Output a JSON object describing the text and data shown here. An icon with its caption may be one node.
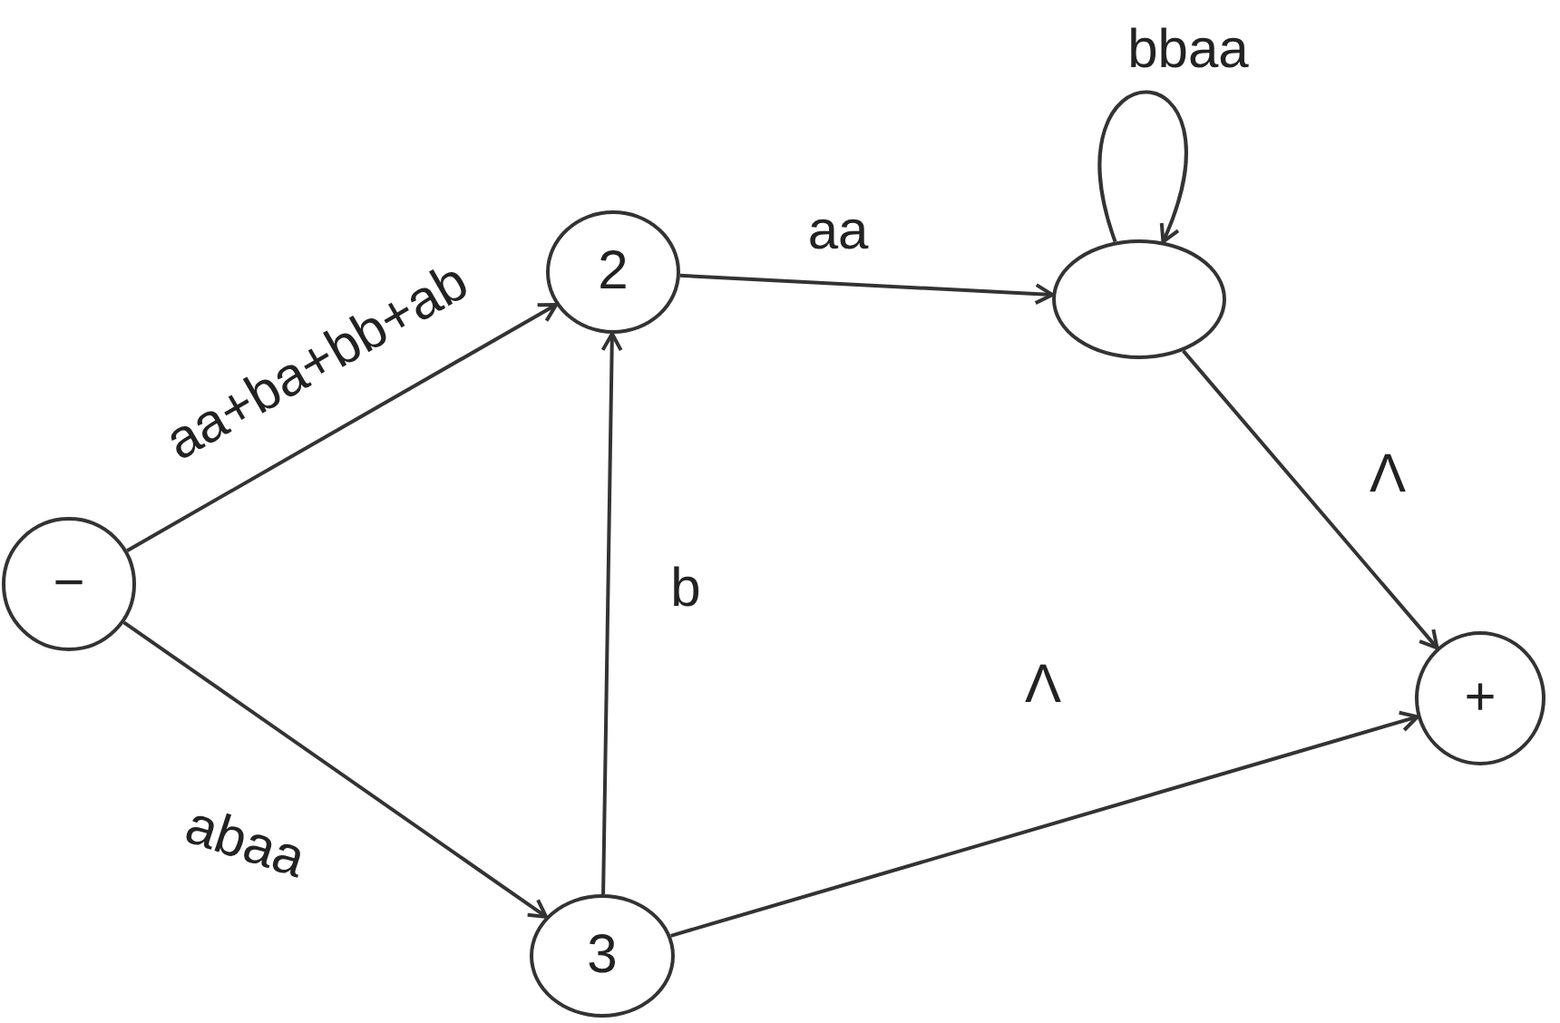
{
  "diagram": {
    "nodes": [
      {
        "text": [
          "−"
        ]
      },
      {
        "text": [
          "2"
        ]
      },
      {
        "text": [],
        "shape": "circle"
      },
      {
        "text": [
          "3"
        ]
      },
      {
        "text": [
          "+"
        ]
      }
    ],
    "edges": [
      {
        "from": 0,
        "to": 1,
        "arrow": "to",
        "label": "aa+ba+bb+ab"
      },
      {
        "from": 1,
        "to": 2,
        "arrow": "to",
        "label": "aa"
      },
      {
        "from": 2,
        "to": 2,
        "arrow": "to",
        "label": "bbaa"
      },
      {
        "from": 2,
        "to": 4,
        "arrow": "to",
        "label": "Λ"
      },
      {
        "from": 3,
        "to": 1,
        "arrow": "to",
        "label": "b"
      },
      {
        "from": 0,
        "to": 3,
        "arrow": "to",
        "label": "abaa"
      },
      {
        "from": 3,
        "to": 4,
        "arrow": "to",
        "label": "Λ"
      }
    ]
  }
}
